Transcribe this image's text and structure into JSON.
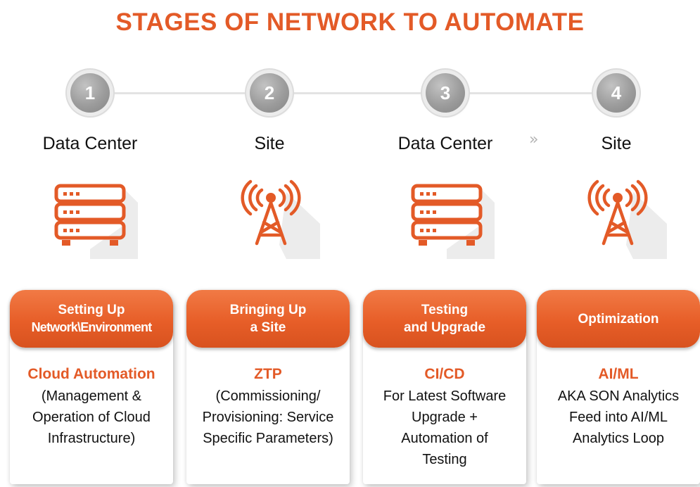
{
  "title": "STAGES OF NETWORK TO AUTOMATE",
  "colors": {
    "accent": "#e35a27",
    "step_circle": "#9c9c9c",
    "connector": "#e3e3e3",
    "text": "#111111"
  },
  "separator_glyph": "»",
  "stages": [
    {
      "number": "1",
      "location": "Data Center",
      "icon": "server-rack-icon",
      "pill": [
        "Setting Up",
        "Network\\Environment"
      ],
      "heading": "Cloud Automation",
      "desc": [
        "(Management &",
        "Operation of Cloud",
        "Infrastructure)"
      ]
    },
    {
      "number": "2",
      "location": "Site",
      "icon": "cell-tower-icon",
      "pill": [
        "Bringing Up",
        "a Site"
      ],
      "heading": "ZTP",
      "desc": [
        "(Commissioning/",
        "Provisioning: Service",
        "Specific Parameters)"
      ]
    },
    {
      "number": "3",
      "location": "Data Center",
      "icon": "server-rack-icon",
      "pill": [
        "Testing",
        "and Upgrade"
      ],
      "heading": "CI/CD",
      "desc": [
        "For Latest Software",
        "Upgrade +",
        "Automation of",
        "Testing"
      ]
    },
    {
      "number": "4",
      "location": "Site",
      "icon": "cell-tower-icon",
      "pill": [
        "Optimization"
      ],
      "heading": "AI/ML",
      "desc": [
        "AKA SON Analytics",
        "Feed into AI/ML",
        "Analytics Loop"
      ]
    }
  ]
}
